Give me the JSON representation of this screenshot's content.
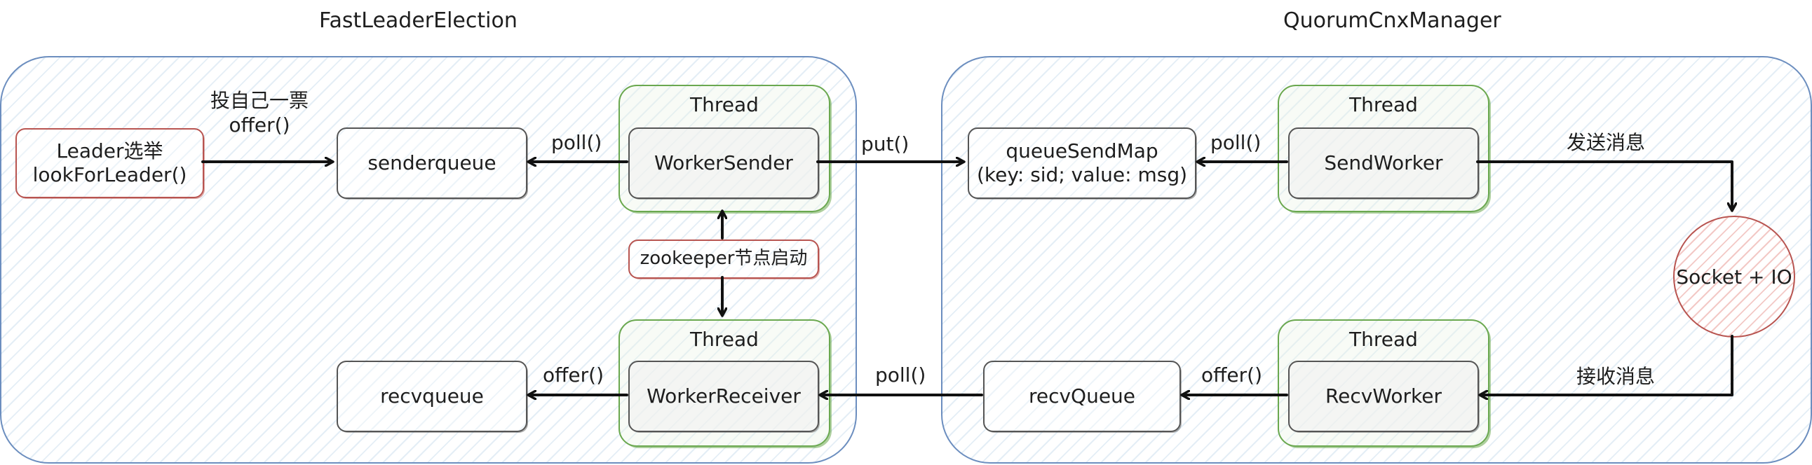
{
  "titles": {
    "left": "FastLeaderElection",
    "right": "QuorumCnxManager"
  },
  "nodes": {
    "leader": [
      "Leader选举",
      "lookForLeader()"
    ],
    "senderqueue": "senderqueue",
    "recvqueue": "recvqueue",
    "worker_sender": "WorkerSender",
    "worker_receiver": "WorkerReceiver",
    "zookeeper_start": "zookeeper节点启动",
    "queue_send_map": [
      "queueSendMap",
      "(key: sid; value: msg)"
    ],
    "recv_queue": "recvQueue",
    "send_worker": "SendWorker",
    "recv_worker": "RecvWorker",
    "socket_io": "Socket + IO",
    "thread_label": "Thread"
  },
  "edges": {
    "vote_offer": [
      "投自己一票",
      "offer()"
    ],
    "poll_sender": "poll()",
    "put": "put()",
    "poll_send_map": "poll()",
    "send_msg": "发送消息",
    "recv_msg": "接收消息",
    "offer_recv_queue": "offer()",
    "poll_recv_queue": "poll()",
    "offer_recvqueue": "offer()"
  }
}
